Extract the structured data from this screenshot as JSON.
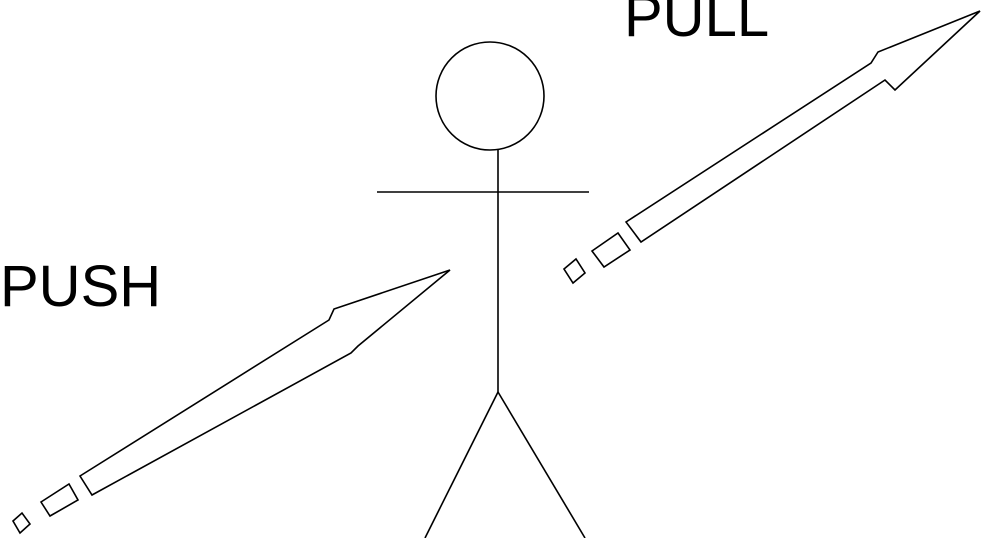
{
  "labels": {
    "push": "PUSH",
    "pull": "PULL"
  },
  "colors": {
    "background": "#ffffff",
    "stroke": "#000000"
  },
  "figure": {
    "subject": "stick-figure",
    "arrows": [
      {
        "name": "push-arrow",
        "label_key": "push",
        "direction": "toward-figure"
      },
      {
        "name": "pull-arrow",
        "label_key": "pull",
        "direction": "away-from-figure"
      }
    ]
  }
}
